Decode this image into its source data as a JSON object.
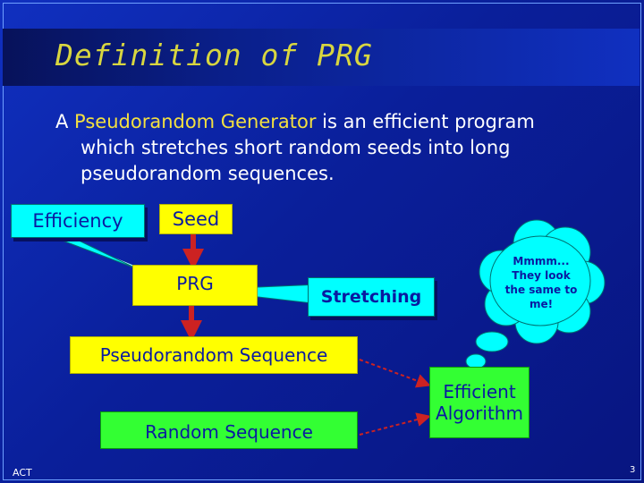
{
  "slide": {
    "title": "Definition of PRG",
    "intro_prefix": "A ",
    "intro_highlight": "Pseudorandom Generator",
    "intro_rest": " is an efficient program",
    "intro_line2": "which stretches short random seeds into long",
    "intro_line3": "pseudorandom sequences.",
    "footer_left": "ACT",
    "page_number": "3"
  },
  "diagram": {
    "efficiency": "Efficiency",
    "seed": "Seed",
    "prg": "PRG",
    "stretching": "Stretching",
    "thought": "Mmmm... They look the same to me!",
    "pseudorandom_sequence": "Pseudorandom Sequence",
    "random_sequence": "Random Sequence",
    "efficient_algorithm": "Efficient Algorithm"
  },
  "colors": {
    "cyan_box": "#00ffff",
    "yellow_box": "#ffff00",
    "green_box": "#33ff33",
    "arrow_red": "#cc2222",
    "title_yellow": "#d8d640"
  }
}
